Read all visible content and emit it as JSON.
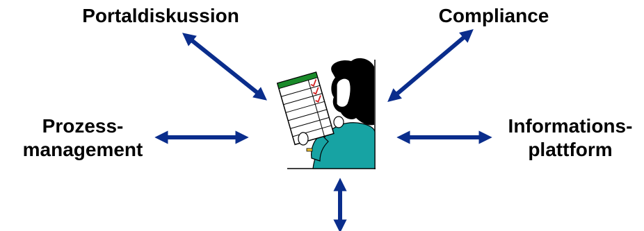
{
  "labels": {
    "top_left": "Portaldiskussion",
    "top_right": "Compliance",
    "left_line1": "Prozess-",
    "left_line2": "management",
    "right_line1": "Informations-",
    "right_line2": "plattform"
  },
  "colors": {
    "arrow": "#0a2d8c",
    "text": "#000000",
    "clipboard_header": "#1a8a2a",
    "checkmark": "#d42020",
    "shirt": "#17a3a3",
    "hair": "#000000",
    "skin": "#ffffff"
  },
  "icons": {
    "center_figure": "person-with-checklist-icon"
  }
}
